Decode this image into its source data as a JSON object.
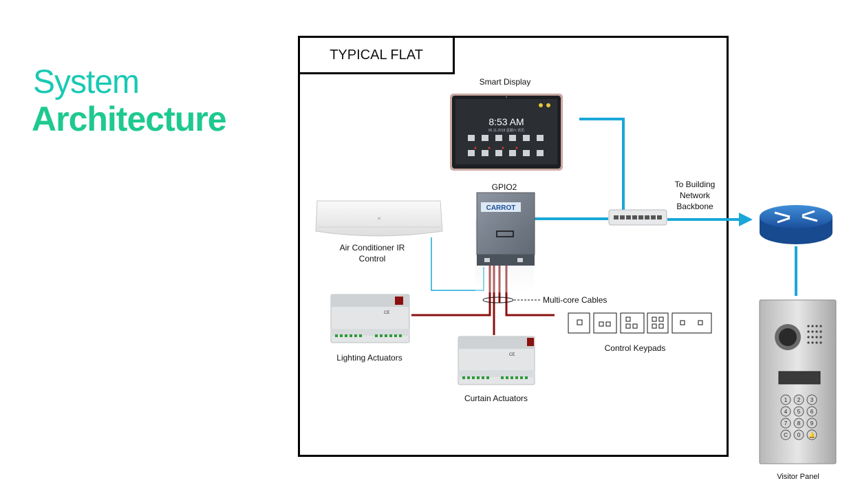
{
  "title": {
    "line1": "System",
    "line2": "Architecture"
  },
  "flat_label": "TYPICAL FLAT",
  "labels": {
    "smart_display": "Smart Display",
    "gpio": "GPIO2",
    "network_line1": "To Building",
    "network_line2": "Network",
    "network_line3": "Backbone",
    "ac_line1": "Air Conditioner IR",
    "ac_line2": "Control",
    "multicore": "Multi-core Cables",
    "lighting": "Lighting Actuators",
    "curtain": "Curtain Actuators",
    "keypads": "Control Keypads",
    "visitor_panel": "Visitor Panel"
  },
  "display": {
    "time": "8:53 AM",
    "date": "06.11.2018 星期六 农历"
  },
  "brand": "CARROT",
  "actuator_brand": "CE",
  "keypads": [
    {
      "buttons": 1
    },
    {
      "buttons": 2
    },
    {
      "buttons": 3
    },
    {
      "buttons": 4
    },
    {
      "buttons": 2
    }
  ],
  "visitor_keys": [
    "1",
    "2",
    "3",
    "4",
    "5",
    "6",
    "7",
    "8",
    "9",
    "C",
    "0",
    "🔔"
  ],
  "colors": {
    "network": "#1aa7d8",
    "cable": "#8b1010",
    "title1": "#19c9b4",
    "title2": "#1ec98f"
  }
}
